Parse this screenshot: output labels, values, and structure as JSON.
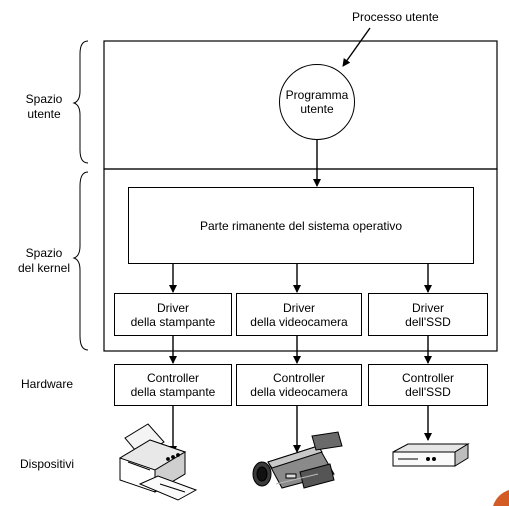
{
  "process_label": "Processo utente",
  "side_labels": {
    "user_space_line1": "Spazio",
    "user_space_line2": "utente",
    "kernel_space_line1": "Spazio",
    "kernel_space_line2": "del kernel",
    "hardware": "Hardware",
    "devices": "Dispositivi"
  },
  "program": {
    "line1": "Programma",
    "line2": "utente"
  },
  "os_rest": "Parte rimanente del sistema operativo",
  "drivers": [
    {
      "line1": "Driver",
      "line2": "della stampante"
    },
    {
      "line1": "Driver",
      "line2": "della videocamera"
    },
    {
      "line1": "Driver",
      "line2": "dell'SSD"
    }
  ],
  "controllers": [
    {
      "line1": "Controller",
      "line2": "della stampante"
    },
    {
      "line1": "Controller",
      "line2": "della videocamera"
    },
    {
      "line1": "Controller",
      "line2": "dell'SSD"
    }
  ],
  "device_icons": [
    "printer-icon",
    "camcorder-icon",
    "ssd-icon"
  ]
}
